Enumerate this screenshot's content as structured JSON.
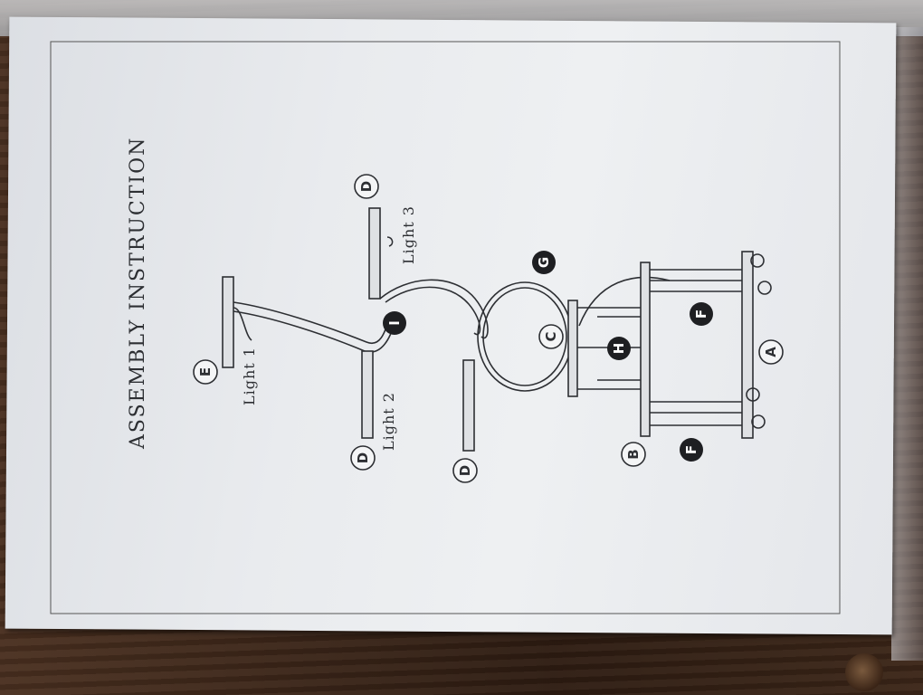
{
  "document": {
    "title": "ASSEMBLY INSTRUCTION",
    "lights": {
      "light1": "Light 1",
      "light2": "Light 2",
      "light3": "Light 3"
    },
    "part_labels": {
      "a": "A",
      "b": "B",
      "c": "C",
      "d": "D",
      "e": "E",
      "f": "F",
      "g": "G",
      "h": "H",
      "i": "I"
    }
  },
  "colors": {
    "ink": "#2d2f33",
    "paper": "#e9ebee",
    "wood": "#3a2519"
  }
}
